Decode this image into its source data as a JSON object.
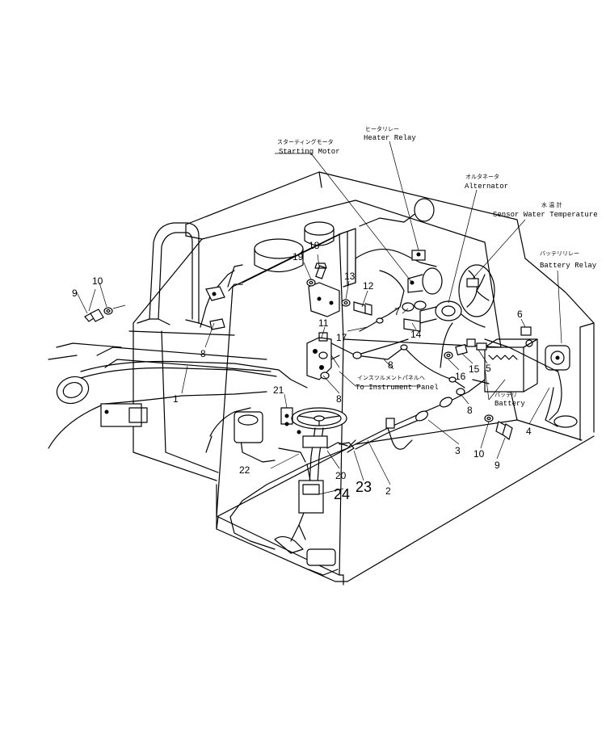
{
  "labels": {
    "starting_motor": {
      "jp": "スターティングモータ",
      "en": "Starting Motor"
    },
    "heater_relay": {
      "jp": "ヒータリレー",
      "en": "Heater Relay"
    },
    "alternator": {
      "jp": "オルタネータ",
      "en": "Alternator"
    },
    "water_temp_sensor": {
      "jp": "水 温 計",
      "en": "Sensor Water Temperature"
    },
    "battery_relay": {
      "jp": "バッテリリレー",
      "en": "Battery Relay"
    },
    "battery": {
      "jp": "バッテリ",
      "en": "Battery"
    },
    "instrument_panel": {
      "jp": "インスツルメントパネルへ",
      "en": "To Instrument Panel"
    }
  },
  "callouts": {
    "c1": "1",
    "c2": "2",
    "c3": "3",
    "c4": "4",
    "c5": "5",
    "c6": "6",
    "c7": "7",
    "c8": "8",
    "c9": "9",
    "c10": "10",
    "c11": "11",
    "c12": "12",
    "c13": "13",
    "c14": "14",
    "c15": "15",
    "c16": "16",
    "c17": "17",
    "c18": "18",
    "c19": "19",
    "c20": "20",
    "c21": "21",
    "c22": "22",
    "c23": "23",
    "c24": "24"
  },
  "colors": {
    "ink": "#000000",
    "paper": "#ffffff"
  }
}
